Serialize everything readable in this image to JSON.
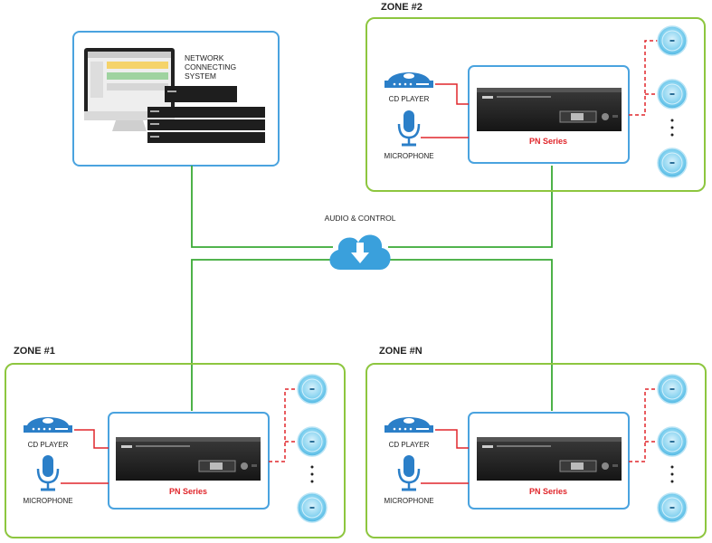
{
  "network": {
    "label_lines": [
      "NETWORK",
      "CONNECTING",
      "SYSTEM"
    ]
  },
  "cloud": {
    "label": "AUDIO & CONTROL",
    "icon": "cloud-download-icon",
    "color": "#3aa0dc"
  },
  "zones": [
    {
      "id": "zone-2",
      "title": "ZONE #2",
      "cd_label": "CD PLAYER",
      "mic_label": "MICROPHONE",
      "device_label": "PN Series"
    },
    {
      "id": "zone-1",
      "title": "ZONE #1",
      "cd_label": "CD PLAYER",
      "mic_label": "MICROPHONE",
      "device_label": "PN Series"
    },
    {
      "id": "zone-n",
      "title": "ZONE #N",
      "cd_label": "CD PLAYER",
      "mic_label": "MICROPHONE",
      "device_label": "PN Series"
    }
  ],
  "colors": {
    "zone_border": "#8dc63f",
    "device_border": "#4aa3df",
    "network_line": "#3aaa35",
    "audio_line": "#e0262b",
    "icon_blue": "#2b7fc8",
    "device_label": "#e0262b"
  }
}
